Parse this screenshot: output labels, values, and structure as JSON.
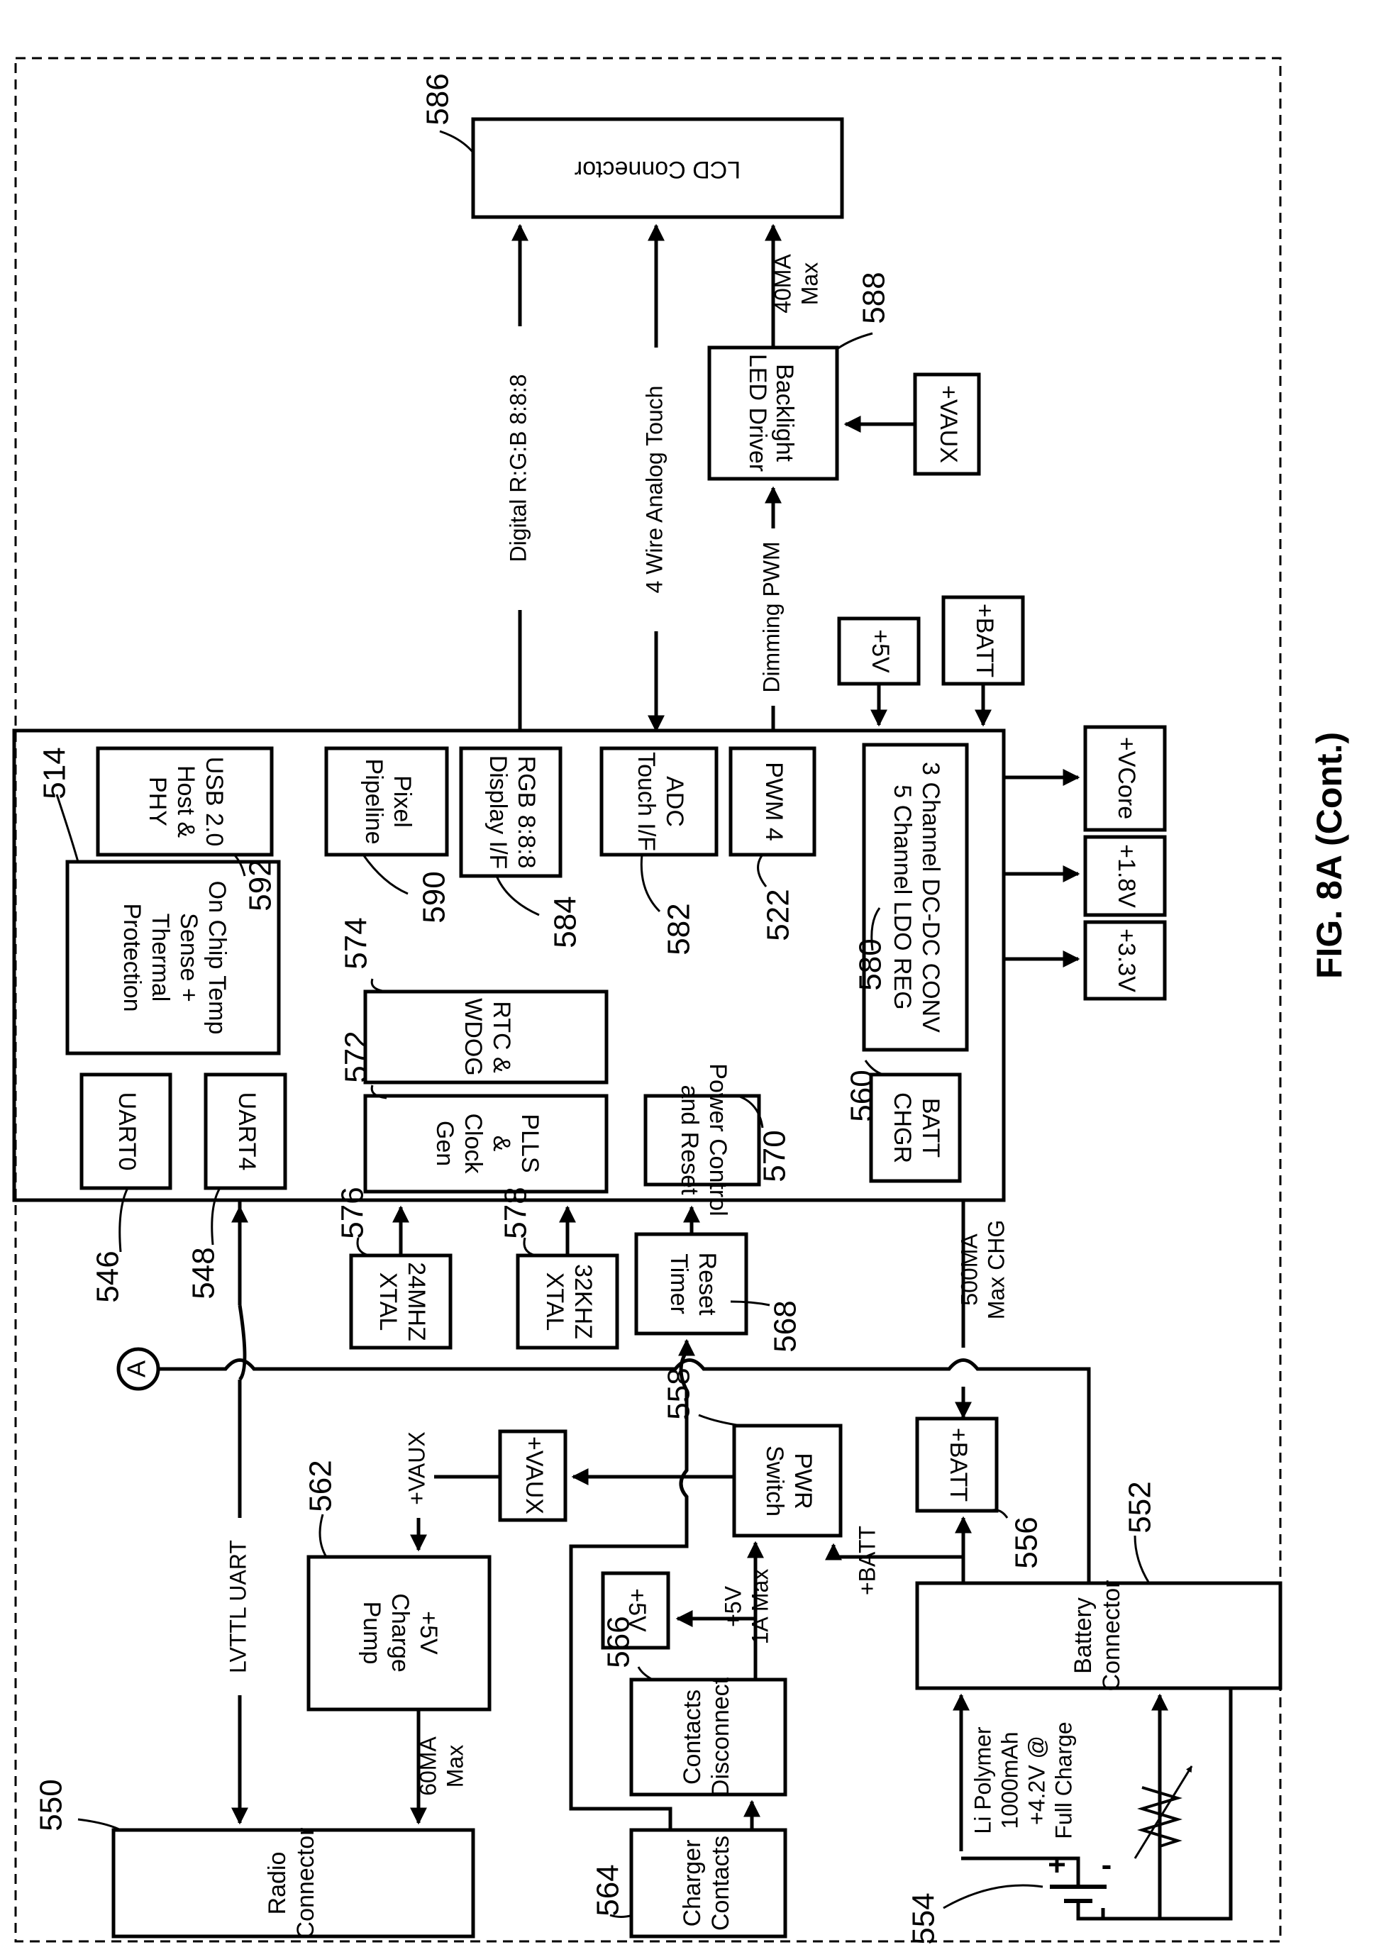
{
  "figure": {
    "title": "FIG. 8A (Cont.)"
  },
  "blocks": {
    "lcd_connector": "LCD Connector",
    "backlight_driver": [
      "Backlight",
      "LED Driver"
    ],
    "vaux_backlight": "+VAUX",
    "plus5v_top": "+5V",
    "plus_batt_top": "+BATT",
    "vcore": "+VCore",
    "v18": "+1.8V",
    "v33": "+3.3V",
    "usb": [
      "USB 2.0",
      "Host &",
      "PHY"
    ],
    "pixel_pipeline": [
      "Pixel",
      "Pipeline"
    ],
    "rgb_display": [
      "RGB 8:8:8",
      "Display I/F"
    ],
    "adc_touch": [
      "ADC",
      "Touch I/F"
    ],
    "pwm4": "PWM 4",
    "dcdc": [
      "3 Channel DC-DC CONV",
      "5 Channel LDO REG"
    ],
    "on_chip_temp": [
      "On Chip Temp",
      "Sense +",
      "Thermal",
      "Protection"
    ],
    "rtc": [
      "RTC &",
      "WDOG"
    ],
    "power_control": [
      "Power Control",
      "and Reset"
    ],
    "batt_chgr": [
      "BATT",
      "CHGR"
    ],
    "uart0": "UART0",
    "uart4": "UART4",
    "plls": [
      "PLLS",
      "&",
      "Clock",
      "Gen"
    ],
    "xtal24": [
      "24MHZ",
      "XTAL"
    ],
    "xtal32": [
      "32KHZ",
      "XTAL"
    ],
    "reset_timer": [
      "Reset",
      "Timer"
    ],
    "pwr_switch": [
      "PWR",
      "Switch"
    ],
    "vaux_mid": "+VAUX",
    "plus_batt_mid": "+BATT",
    "charge_pump": [
      "+5V",
      "Charge",
      "Pump"
    ],
    "plus5v_bottom": "+5V",
    "contacts_disconnect": [
      "Contacts",
      "Disconnect"
    ],
    "battery_connector": [
      "Battery",
      "Connector"
    ],
    "radio_connector": [
      "Radio",
      "Connector"
    ],
    "charger_contacts": [
      "Charger",
      "Contacts"
    ]
  },
  "signals": {
    "digital_rgb": "Digital R:G:B 8:8:8",
    "analog_touch": "4 Wire Analog Touch",
    "dimming_pwm": "Dimming PWM",
    "ma40": [
      "40MA",
      "Max"
    ],
    "ma500": [
      "500MA",
      "Max CHG"
    ],
    "lvttl_uart": "LVTTL UART",
    "vaux_label": "+VAUX",
    "plus5v_1a": [
      "+5V",
      "1A Max"
    ],
    "plus_batt_label": "+BATT",
    "ma60": [
      "60MA",
      "Max"
    ],
    "li_polymer": [
      "Li Polymer",
      "1000mAh",
      "+4.2V @",
      "Full Charge"
    ],
    "plus_sign": "+",
    "minus_sign": "-",
    "connector_a": "A"
  },
  "refs": {
    "r586": "586",
    "r588": "588",
    "r514": "514",
    "r592": "592",
    "r590": "590",
    "r584": "584",
    "r582": "582",
    "r522": "522",
    "r580": "580",
    "r574": "574",
    "r572": "572",
    "r570": "570",
    "r560": "560",
    "r546": "546",
    "r548": "548",
    "r576": "576",
    "r578": "578",
    "r568": "568",
    "r558": "558",
    "r562": "562",
    "r556": "556",
    "r552": "552",
    "r566": "566",
    "r550": "550",
    "r564": "564",
    "r554": "554"
  }
}
